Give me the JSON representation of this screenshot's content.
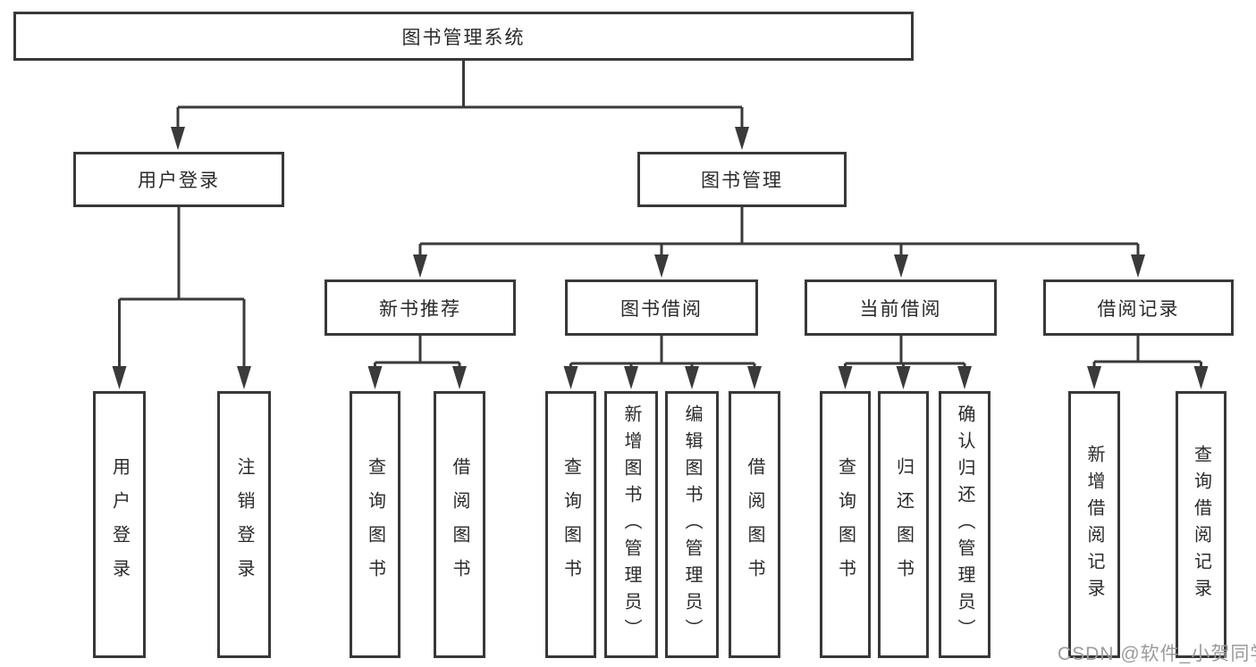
{
  "diagram": {
    "root": {
      "label": "图书管理系统"
    },
    "branches": [
      {
        "label": "用户登录",
        "children": [
          {
            "label": "用户登录"
          },
          {
            "label": "注销登录"
          }
        ]
      },
      {
        "label": "图书管理",
        "children": [
          {
            "label": "新书推荐",
            "children": [
              {
                "label": "查询图书"
              },
              {
                "label": "借阅图书"
              }
            ]
          },
          {
            "label": "图书借阅",
            "children": [
              {
                "label": "查询图书"
              },
              {
                "label": "新增图书（管理员）"
              },
              {
                "label": "编辑图书（管理员）"
              },
              {
                "label": "借阅图书"
              }
            ]
          },
          {
            "label": "当前借阅",
            "children": [
              {
                "label": "查询图书"
              },
              {
                "label": "归还图书"
              },
              {
                "label": "确认归还（管理员）"
              }
            ]
          },
          {
            "label": "借阅记录",
            "children": [
              {
                "label": "新增借阅记录"
              },
              {
                "label": "查询借阅记录"
              }
            ]
          }
        ]
      }
    ]
  },
  "watermark": {
    "text": "CSDN @软件_小贺同学"
  },
  "colors": {
    "line": "#3a3a3a",
    "box_border": "#383838",
    "text": "#2a2a2a",
    "watermark": "#9b9b9b",
    "background": "#ffffff"
  }
}
